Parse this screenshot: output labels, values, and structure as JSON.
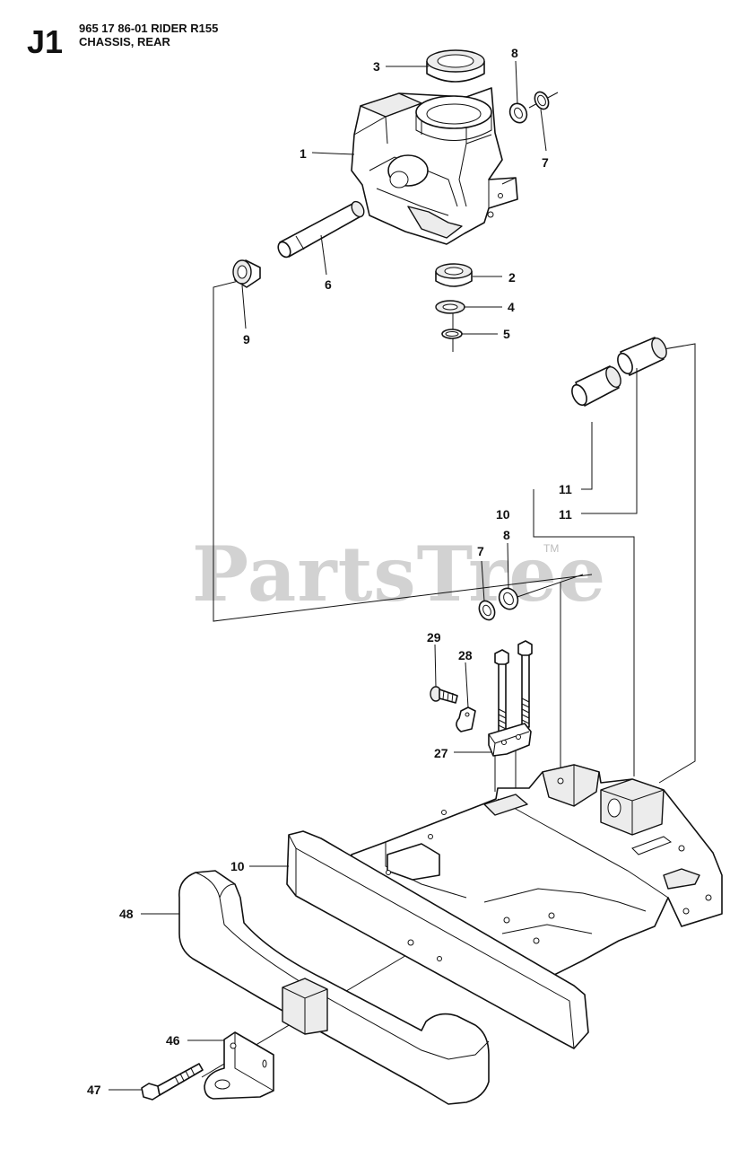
{
  "header": {
    "page_code": "J1",
    "model": "965 17 86-01 RIDER R155",
    "section": "CHASSIS, REAR"
  },
  "watermark": {
    "text": "PartsTree",
    "trademark": "TM"
  },
  "callouts": [
    {
      "number": "1"
    },
    {
      "number": "2"
    },
    {
      "number": "3"
    },
    {
      "number": "4"
    },
    {
      "number": "5"
    },
    {
      "number": "6"
    },
    {
      "number": "7"
    },
    {
      "number": "8"
    },
    {
      "number": "9"
    },
    {
      "number": "11"
    },
    {
      "number": "10"
    },
    {
      "number": "11"
    },
    {
      "number": "7"
    },
    {
      "number": "8"
    },
    {
      "number": "29"
    },
    {
      "number": "28"
    },
    {
      "number": "27"
    },
    {
      "number": "10"
    },
    {
      "number": "48"
    },
    {
      "number": "46"
    },
    {
      "number": "47"
    }
  ]
}
